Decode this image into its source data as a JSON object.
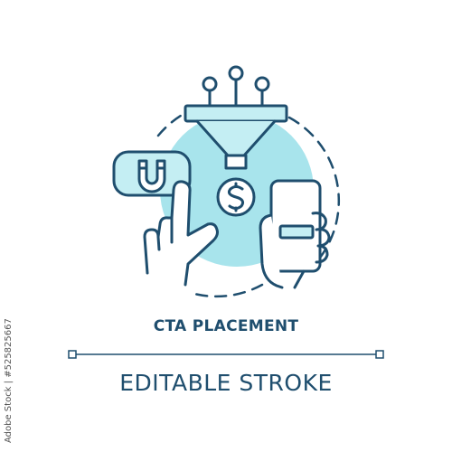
{
  "image": {
    "concept_title": "CTA PLACEMENT",
    "editable_label": "EDITABLE STROKE",
    "stock_id": "Adobe Stock | #525825667",
    "watermark_brand": "Adobe Stock"
  },
  "colors": {
    "stroke": "#1f4e6e",
    "accent": "#a8e4ec",
    "accent_light": "#c4eef3",
    "background": "#ffffff"
  },
  "icons": [
    "funnel-icon",
    "magnet-icon",
    "dollar-coin-icon",
    "smartphone-icon",
    "pointing-hand-icon",
    "holding-hand-icon"
  ]
}
